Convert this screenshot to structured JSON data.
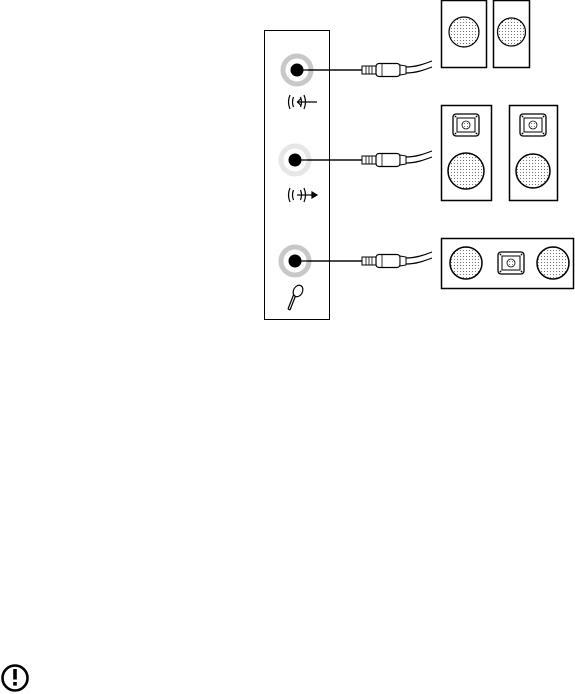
{
  "diagram": {
    "ports": [
      {
        "name": "line-in",
        "icon": "line-in-icon"
      },
      {
        "name": "line-out",
        "icon": "line-out-icon"
      },
      {
        "name": "microphone",
        "icon": "microphone-icon"
      }
    ],
    "devices": [
      "front-speakers-two-way",
      "rear-speakers-full-range",
      "center-speaker"
    ],
    "notice_icon": "exclamation-icon"
  }
}
